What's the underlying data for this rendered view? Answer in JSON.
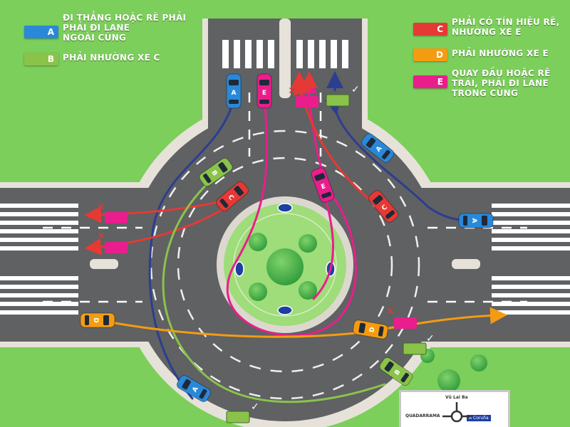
{
  "legend": [
    {
      "letter": "A",
      "color": "#2a88d8",
      "text": "ĐI THẲNG HOẶC RẼ PHẢI\nPHẢI ĐI LANE\nNGOÀI CÙNG"
    },
    {
      "letter": "B",
      "color": "#8bc34a",
      "text": "PHẢI NHƯỜNG XE C"
    },
    {
      "letter": "C",
      "color": "#e53935",
      "text": "PHẢI CÓ TÍN HIỆU RẼ,\nNHƯỜNG XE E"
    },
    {
      "letter": "D",
      "color": "#f39c12",
      "text": "PHẢI NHƯỜNG XE E"
    },
    {
      "letter": "E",
      "color": "#e91e8c",
      "text": "QUAY ĐẦU HOẶC RẼ\nTRÁI, PHẢI ĐI LANE\nTRONG CÙNG"
    }
  ],
  "cars": [
    {
      "letter": "A",
      "color": "#2a88d8"
    },
    {
      "letter": "E",
      "color": "#e91e8c"
    },
    {
      "letter": "A",
      "color": "#2a88d8"
    },
    {
      "letter": "B",
      "color": "#8bc34a"
    },
    {
      "letter": "C",
      "color": "#e53935"
    },
    {
      "letter": "E",
      "color": "#e91e8c"
    },
    {
      "letter": "C",
      "color": "#e53935"
    },
    {
      "letter": "A",
      "color": "#2a88d8"
    },
    {
      "letter": "D",
      "color": "#f39c12"
    },
    {
      "letter": "D",
      "color": "#f39c12"
    },
    {
      "letter": "B",
      "color": "#8bc34a"
    },
    {
      "letter": "A",
      "color": "#2a88d8"
    }
  ],
  "marks": {
    "cross": "✕",
    "check": "✓"
  },
  "sign": {
    "top": "Vũ Lai Ba",
    "left": "QUADARRAMA",
    "right": "A Coruña"
  },
  "colors": {
    "grass": "#7ccf5a",
    "road": "#5f6163",
    "sidewalk": "#e6e2da",
    "island": "#9fdc7a"
  }
}
